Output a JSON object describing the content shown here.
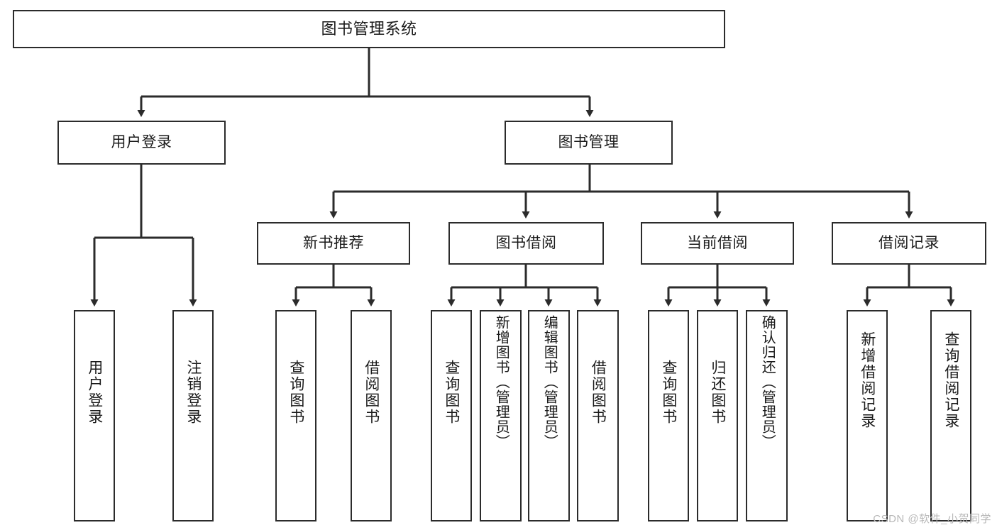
{
  "diagram": {
    "type": "tree-hierarchy-flowchart",
    "title": "图书管理系统",
    "watermark": "CSDN @软件_小贺同学",
    "style": {
      "border_color": "#2b2b2b",
      "fill_color": "#ffffff",
      "text_color": "#1a1a1a",
      "edge_color": "#2b2b2b",
      "watermark_color": "#b8b8b8"
    },
    "root": {
      "id": "root",
      "label": "图书管理系统"
    },
    "level1": [
      {
        "id": "user-login",
        "label": "用户登录"
      },
      {
        "id": "book-manage",
        "label": "图书管理"
      }
    ],
    "level2": [
      {
        "id": "new-book-recommend",
        "label": "新书推荐",
        "parent": "book-manage"
      },
      {
        "id": "book-borrow",
        "label": "图书借阅",
        "parent": "book-manage"
      },
      {
        "id": "current-borrow",
        "label": "当前借阅",
        "parent": "book-manage"
      },
      {
        "id": "borrow-record",
        "label": "借阅记录",
        "parent": "book-manage"
      }
    ],
    "leaves": [
      {
        "id": "leaf-user-login",
        "label": "用户登录",
        "parent": "user-login"
      },
      {
        "id": "leaf-logout",
        "label": "注销登录",
        "parent": "user-login"
      },
      {
        "id": "leaf-query-book-1",
        "label": "查询图书",
        "parent": "new-book-recommend"
      },
      {
        "id": "leaf-borrow-book-1",
        "label": "借阅图书",
        "parent": "new-book-recommend"
      },
      {
        "id": "leaf-query-book-2",
        "label": "查询图书",
        "parent": "book-borrow"
      },
      {
        "id": "leaf-add-book",
        "label": "新增图书（管理员）",
        "parent": "book-borrow"
      },
      {
        "id": "leaf-edit-book",
        "label": "编辑图书（管理员）",
        "parent": "book-borrow"
      },
      {
        "id": "leaf-borrow-book-2",
        "label": "借阅图书",
        "parent": "book-borrow"
      },
      {
        "id": "leaf-query-book-3",
        "label": "查询图书",
        "parent": "current-borrow"
      },
      {
        "id": "leaf-return-book",
        "label": "归还图书",
        "parent": "current-borrow"
      },
      {
        "id": "leaf-confirm-return",
        "label": "确认归还（管理员）",
        "parent": "current-borrow"
      },
      {
        "id": "leaf-add-record",
        "label": "新增借阅记录",
        "parent": "borrow-record"
      },
      {
        "id": "leaf-query-record",
        "label": "查询借阅记录",
        "parent": "borrow-record"
      }
    ]
  }
}
